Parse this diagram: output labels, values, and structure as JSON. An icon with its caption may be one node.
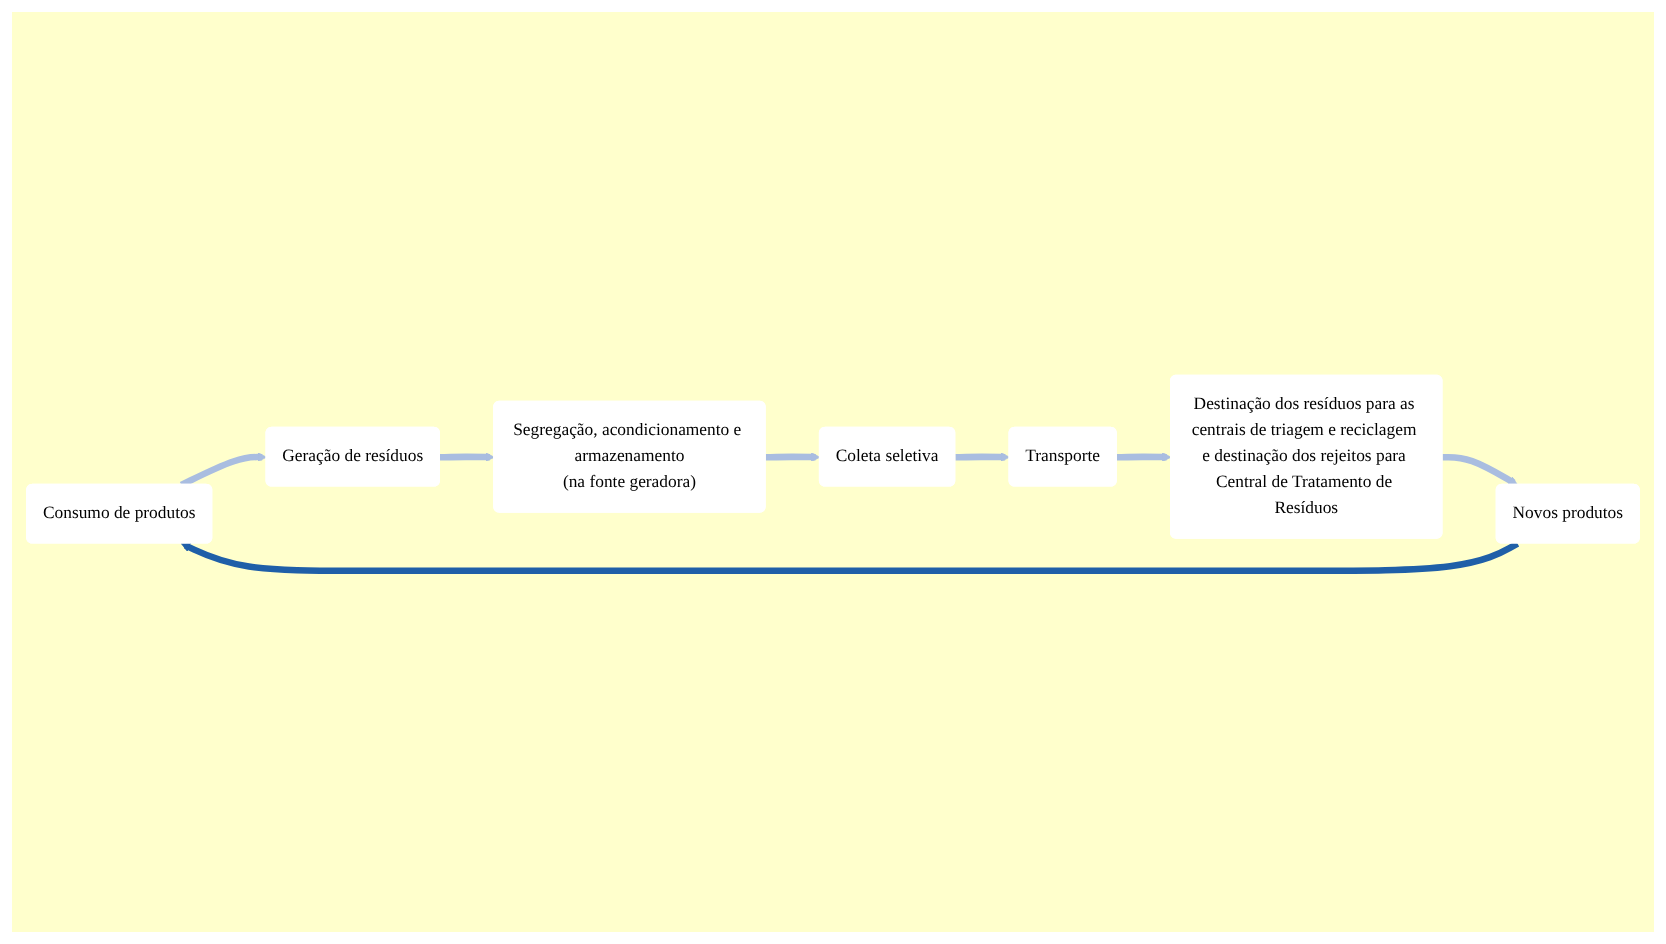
{
  "diagram": {
    "nodes": [
      {
        "text": [
          "Consumo de produtos"
        ]
      },
      {
        "text": [
          "Geração de resíduos"
        ]
      },
      {
        "text": [
          "Segregação, acondicionamento e armazenamento",
          "(na fonte geradora)"
        ]
      },
      {
        "text": [
          "Coleta seletiva"
        ]
      },
      {
        "text": [
          "Transporte"
        ]
      },
      {
        "text": [
          "Destinação dos resíduos para as centrais de triagem e reciclagem e destinação dos rejeitos para Central de Tratamento de Resíduos"
        ]
      },
      {
        "text": [
          "Novos produtos"
        ]
      }
    ],
    "edges": [
      {
        "from": 0,
        "to": 1,
        "arrow": "to"
      },
      {
        "from": 1,
        "to": 2,
        "arrow": "to"
      },
      {
        "from": 2,
        "to": 3,
        "arrow": "to"
      },
      {
        "from": 3,
        "to": 4,
        "arrow": "to"
      },
      {
        "from": 4,
        "to": 5,
        "arrow": "to"
      },
      {
        "from": 5,
        "to": 6,
        "arrow": "to"
      },
      {
        "from": 6,
        "to": 0,
        "arrow": "to",
        "color": "#1f5fa8"
      }
    ]
  }
}
